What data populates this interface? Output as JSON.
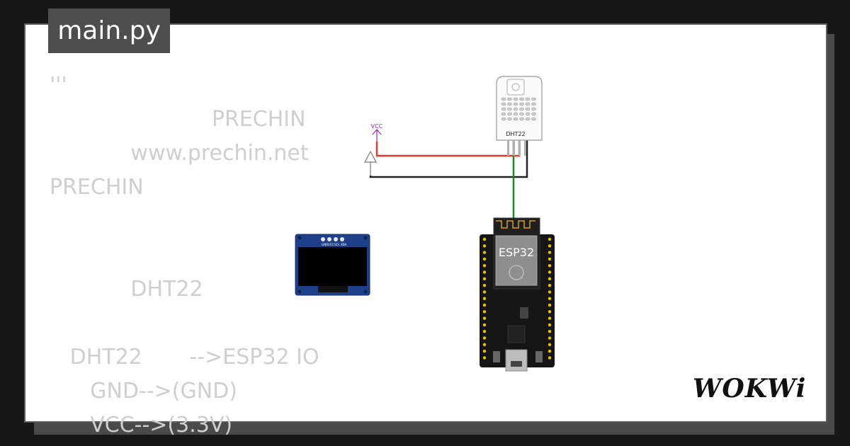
{
  "file_tab": {
    "label": "main.py"
  },
  "code_lines": [
    "'''",
    "                        PRECHIN",
    "            www.prechin.net",
    "PRECHIN",
    "",
    "",
    "            DHT22",
    "",
    "   DHT22       -->ESP32 IO",
    "      GND-->(GND)",
    "      VCC-->(3.3V)"
  ],
  "components": {
    "dht22_label": "DHT22",
    "esp32_label": "ESP32",
    "vcc_label": "VCC",
    "oled_pins": [
      "GND",
      "VCC",
      "SCL",
      "SDA"
    ]
  },
  "wires": {
    "vcc": "#e53935",
    "gnd": "#222222",
    "data": "#1a8a1a"
  },
  "brand": {
    "logo": "WOKWi"
  }
}
